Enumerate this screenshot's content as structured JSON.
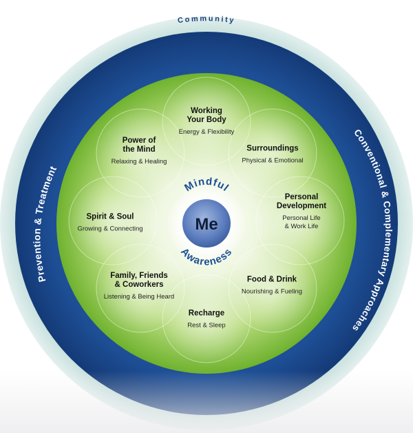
{
  "center": {
    "label": "Me",
    "arc_top": "Mindful",
    "arc_bottom": "Awareness"
  },
  "outer_ring": {
    "top": "Community"
  },
  "middle_ring": {
    "left": "Prevention & Treatment",
    "right": "Conventional & Complementary Approaches"
  },
  "petals": [
    {
      "id": "working-your-body",
      "title": [
        "Working",
        "Your Body"
      ],
      "subtitle": [
        "Energy & Flexibility"
      ]
    },
    {
      "id": "surroundings",
      "title": [
        "Surroundings"
      ],
      "subtitle": [
        "Physical & Emotional"
      ]
    },
    {
      "id": "personal-development",
      "title": [
        "Personal",
        "Development"
      ],
      "subtitle": [
        "Personal Life",
        "& Work Life"
      ]
    },
    {
      "id": "food-drink",
      "title": [
        "Food & Drink"
      ],
      "subtitle": [
        "Nourishing & Fueling"
      ]
    },
    {
      "id": "recharge",
      "title": [
        "Recharge"
      ],
      "subtitle": [
        "Rest & Sleep"
      ]
    },
    {
      "id": "family-friends-coworkers",
      "title": [
        "Family, Friends",
        "& Coworkers"
      ],
      "subtitle": [
        "Listening & Being Heard"
      ]
    },
    {
      "id": "spirit-soul",
      "title": [
        "Spirit & Soul"
      ],
      "subtitle": [
        "Growing & Connecting"
      ]
    },
    {
      "id": "power-of-the-mind",
      "title": [
        "Power of",
        "the Mind"
      ],
      "subtitle": [
        "Relaxing & Healing"
      ]
    }
  ],
  "colors": {
    "outer_ring": "#cfe4e2",
    "middle_ring": "#1f4f93",
    "middle_ring_dark": "#163b78",
    "green": "#7dbb3a",
    "center": "#5a7fbf"
  }
}
